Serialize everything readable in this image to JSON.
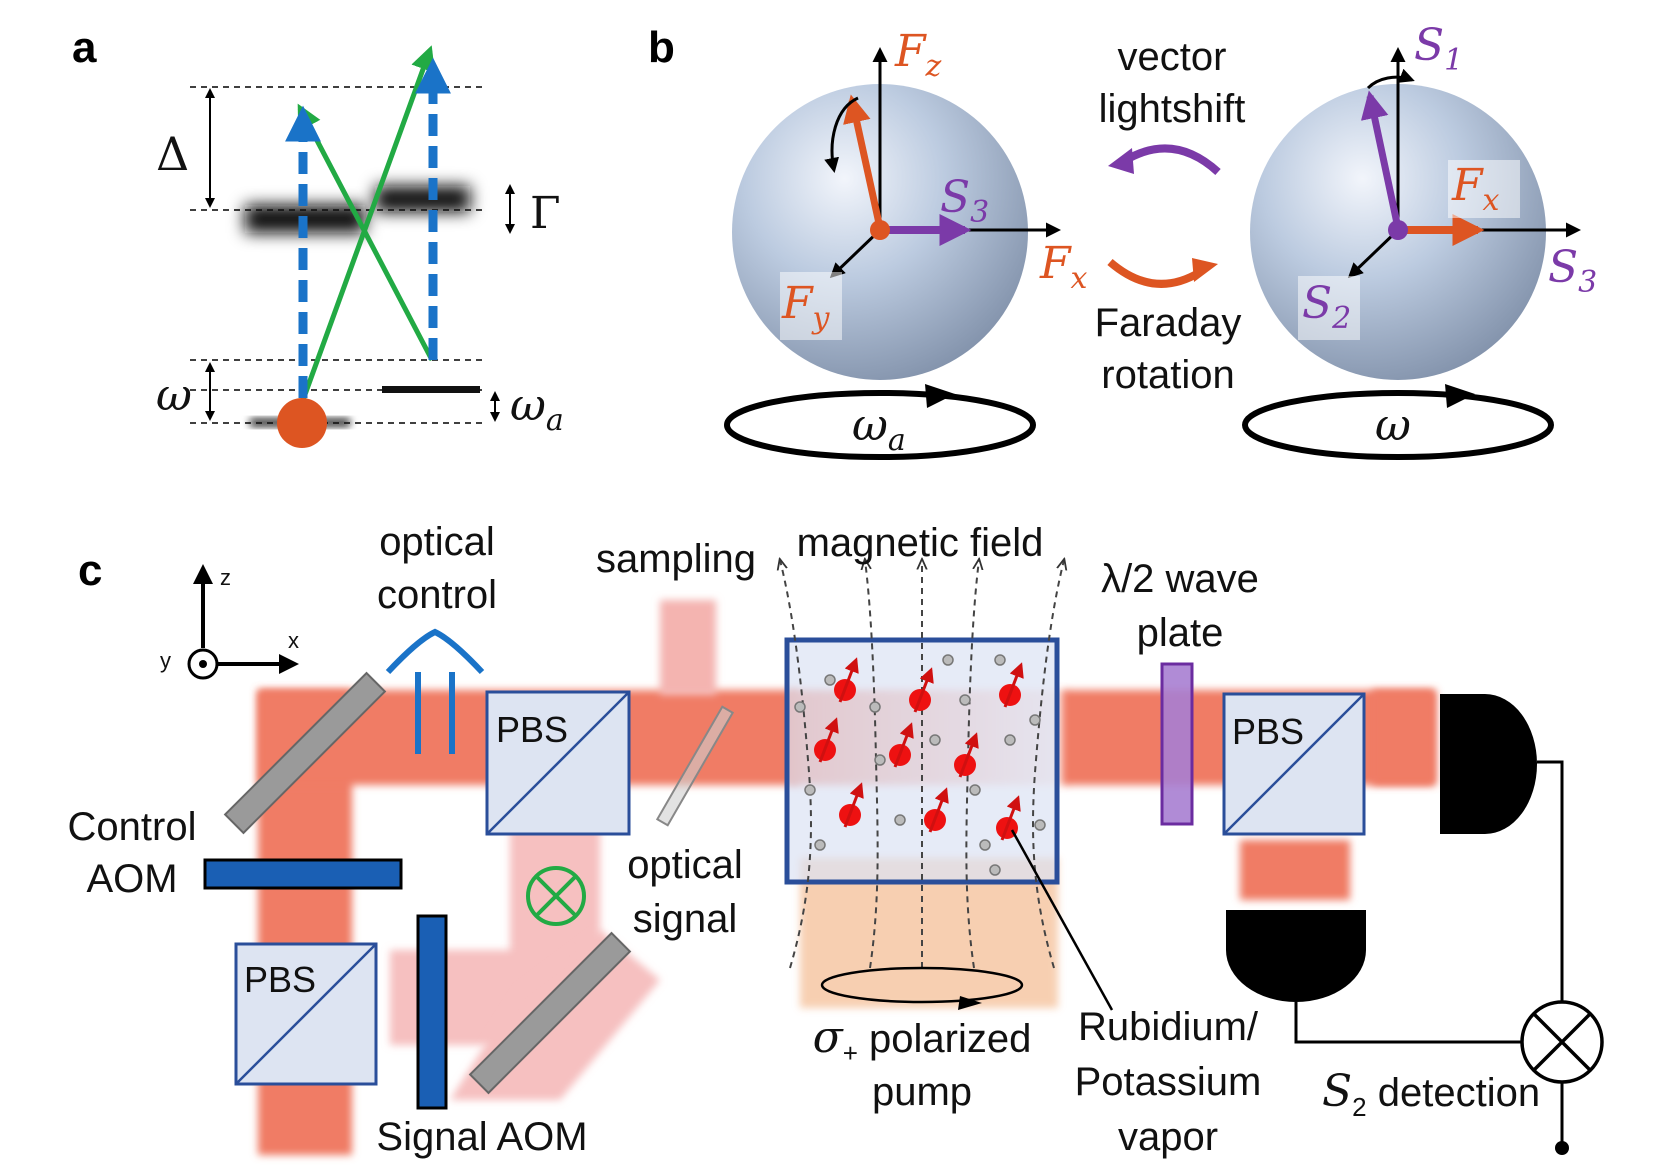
{
  "panels": {
    "a": "a",
    "b": "b",
    "c": "c"
  },
  "panel_a": {
    "delta": "Δ",
    "gamma": "Γ",
    "omega": "ω",
    "omega_a": "ω",
    "omega_a_sub": "a"
  },
  "panel_b": {
    "left_sphere": {
      "z_axis": "F",
      "z_sub": "z",
      "x_axis": "F",
      "x_sub": "x",
      "y_axis": "F",
      "y_sub": "y",
      "vector": "S",
      "vector_sub": "3",
      "rotation": "ω",
      "rotation_sub": "a"
    },
    "right_sphere": {
      "z_axis": "S",
      "z_sub": "1",
      "x_axis": "S",
      "x_sub": "3",
      "y_axis": "S",
      "y_sub": "2",
      "vector": "F",
      "vector_sub": "x",
      "rotation": "ω"
    },
    "top_arrow_line1": "vector",
    "top_arrow_line2": "lightshift",
    "bottom_arrow_line1": "Faraday",
    "bottom_arrow_line2": "rotation"
  },
  "panel_c": {
    "axis_z": "z",
    "axis_x": "x",
    "axis_y": "y",
    "optical_control_1": "optical",
    "optical_control_2": "control",
    "sampling": "sampling",
    "magnetic_field": "magnetic field",
    "waveplate_1": "λ/2 wave",
    "waveplate_2": "plate",
    "pbs": "PBS",
    "control_aom_1": "Control",
    "control_aom_2": "AOM",
    "optical_signal_1": "optical",
    "optical_signal_2": "signal",
    "signal_aom": "Signal AOM",
    "pump_sigma": "σ",
    "pump_sigma_sub": "+",
    "pump_1": " polarized",
    "pump_2": "pump",
    "vapor_1": "Rubidium/",
    "vapor_2": "Potassium",
    "vapor_3": "vapor",
    "detection_s": "S",
    "detection_sub": "2",
    "detection_text": " detection"
  },
  "colors": {
    "blue_beam": "#1a73c8",
    "green_beam": "#22aa44",
    "orange": "#dd5522",
    "purple": "#7b3aa8",
    "laser": "#f07c65",
    "aom": "#1a5fb4",
    "pbs_fill": "#dde4f2",
    "pbs_edge": "#2a4e9a"
  }
}
